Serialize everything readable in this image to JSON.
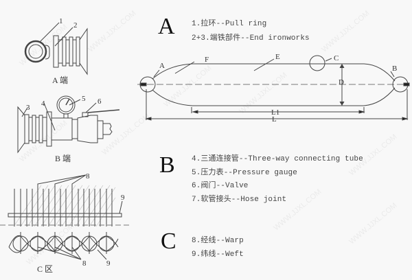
{
  "figure": {
    "sections": {
      "A": {
        "letter": "A",
        "caption": "A 端",
        "legend": [
          "1.拉环--Pull ring",
          "2+3.端铁部件--End ironworks"
        ]
      },
      "B": {
        "letter": "B",
        "caption": "B 端",
        "legend": [
          "4.三通连接管--Three-way connecting tube",
          "5.压力表--Pressure gauge",
          "6.阀门--Valve",
          "7.软管接头--Hose joint"
        ]
      },
      "C": {
        "letter": "C",
        "caption": "C 区",
        "legend": [
          "8.经线--Warp",
          "9.纬线--Weft"
        ]
      }
    },
    "callouts": {
      "a_end": [
        "1",
        "2"
      ],
      "b_end": [
        "3",
        "4",
        "5",
        "6"
      ],
      "c_zone": [
        "8",
        "9",
        "8",
        "9"
      ]
    },
    "airbag_labels": {
      "end_a": "A",
      "end_b": "B",
      "cone": "F",
      "body": "E",
      "zone_c": "C",
      "diameter": "D",
      "length_l1": "L1",
      "length_l": "L"
    },
    "watermark": "WWW.JJXL.COM"
  }
}
